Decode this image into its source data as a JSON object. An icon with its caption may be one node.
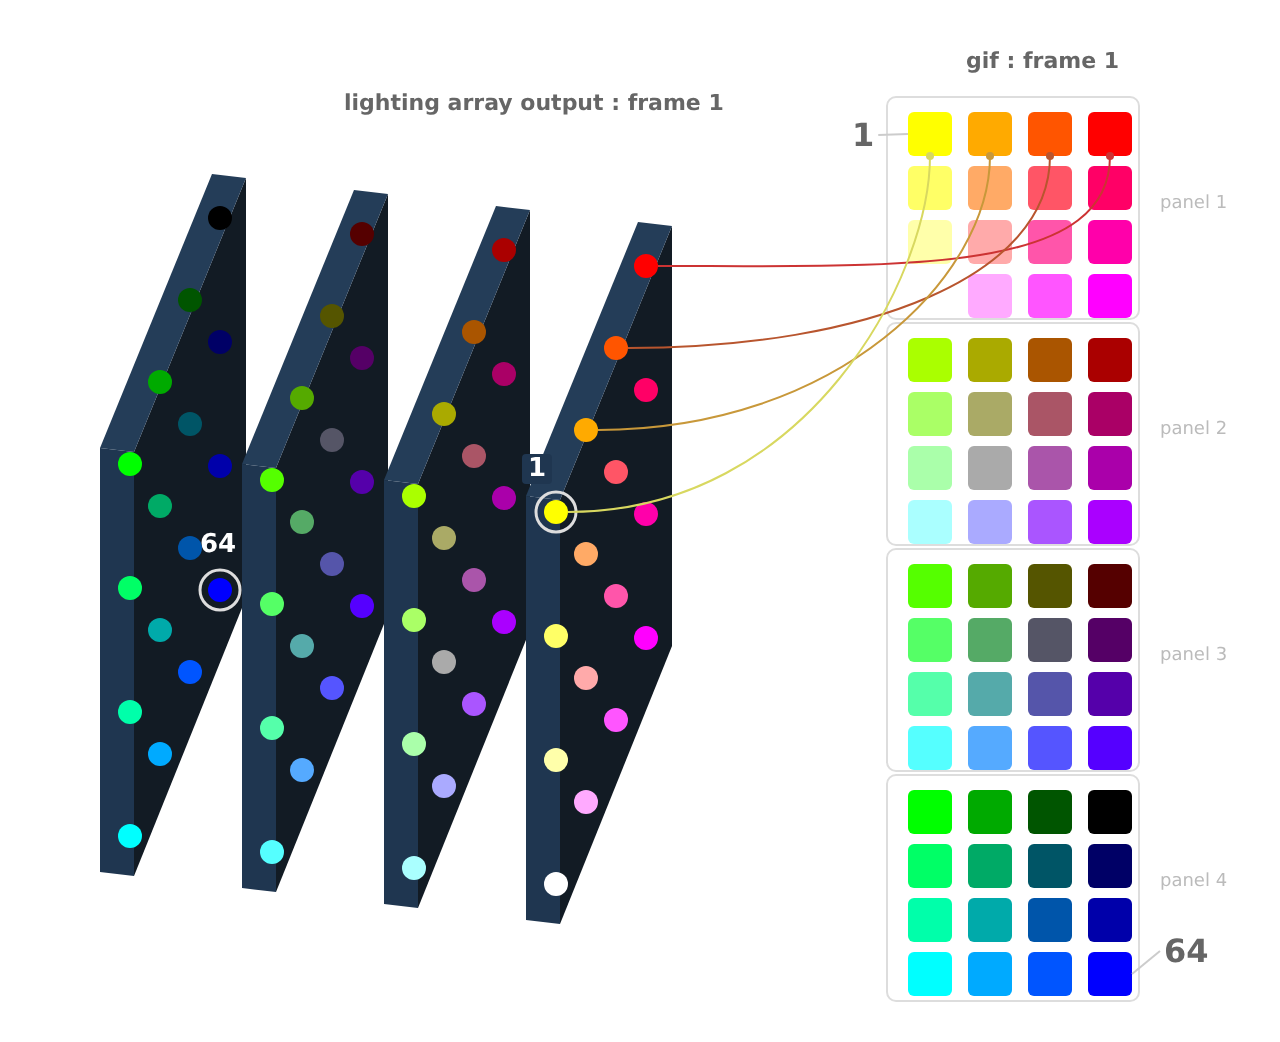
{
  "diagram": {
    "nodes": [
      {
        "text": [
          "gif : frame 1"
        ]
      },
      {
        "text": [
          "panel 1"
        ],
        "in": 0
      },
      {
        "text": [],
        "shape": "box",
        "in": 1
      },
      {
        "text": [],
        "shape": "box",
        "in": 1
      },
      {
        "text": [],
        "shape": "box",
        "in": 1
      },
      {
        "text": [],
        "shape": "box",
        "in": 1
      },
      {
        "text": [
          "panel 2"
        ],
        "in": 0
      },
      {
        "text": [
          "panel 3"
        ],
        "in": 0
      },
      {
        "text": [
          "panel 4"
        ],
        "in": 0
      },
      {
        "text": [],
        "shape": "box",
        "in": 8
      },
      {
        "text": [
          "1"
        ]
      },
      {
        "text": [
          "64"
        ]
      },
      {
        "text": [],
        "shape": "circle"
      },
      {
        "text": [],
        "shape": "circle"
      },
      {
        "text": [],
        "shape": "circle"
      },
      {
        "text": [],
        "shape": "circle",
        "beside": [
          "1"
        ]
      }
    ],
    "edges": [
      {
        "from": 10,
        "to": 2,
        "arrow": "none"
      },
      {
        "from": 11,
        "to": 9,
        "arrow": "none"
      },
      {
        "from": 5,
        "to": 12,
        "arrow": "other",
        "color": "#cc3333"
      },
      {
        "from": 4,
        "to": 13,
        "arrow": "other",
        "color": "#b8552e"
      },
      {
        "from": 3,
        "to": 14,
        "arrow": "other",
        "color": "#c8983a"
      },
      {
        "from": 2,
        "to": 15,
        "arrow": "other",
        "color": "#d8d860"
      }
    ],
    "labels": [
      "lighting array output : frame 1",
      "64"
    ]
  }
}
